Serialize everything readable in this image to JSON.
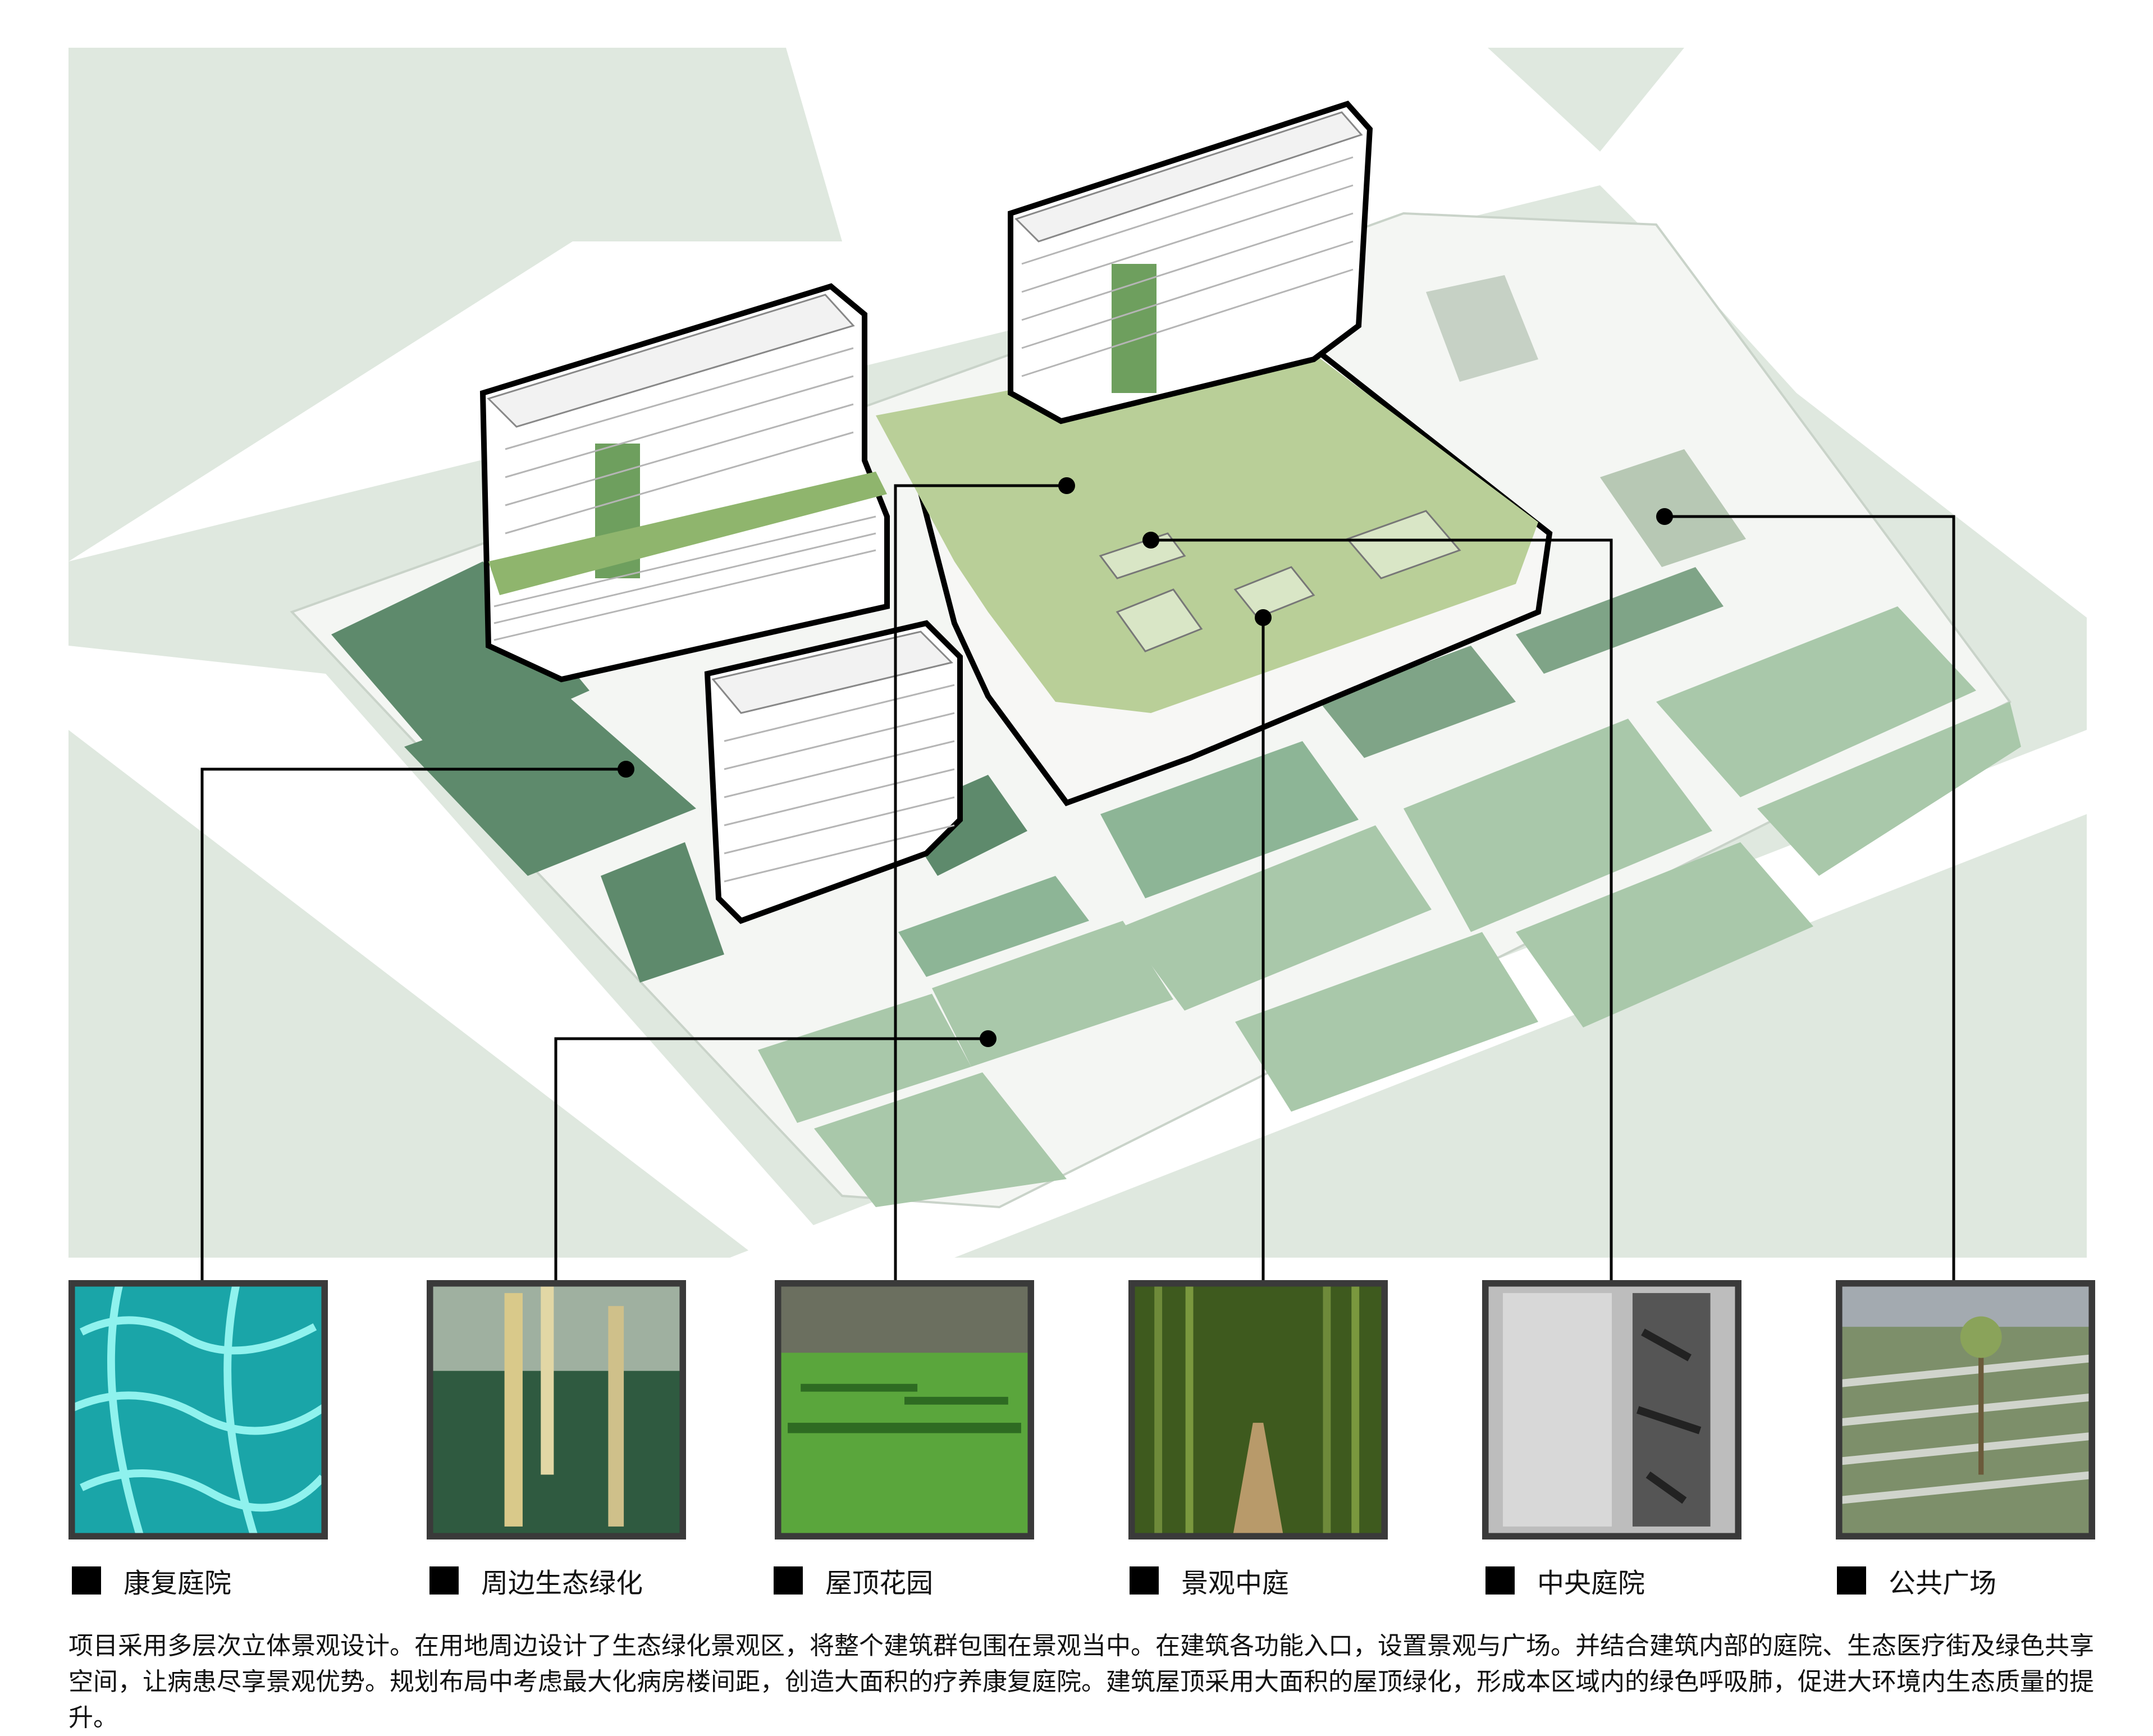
{
  "legend": [
    {
      "label": "康复庭院",
      "image": "turquoise-pool-water"
    },
    {
      "label": "周边生态绿化",
      "image": "bamboo-ivy-planting"
    },
    {
      "label": "屋顶花园",
      "image": "formal-lawn-garden"
    },
    {
      "label": "景观中庭",
      "image": "bamboo-forest-path"
    },
    {
      "label": "中央庭院",
      "image": "monochrome-bark-shadow"
    },
    {
      "label": "公共广场",
      "image": "plaza-lawn-strips"
    }
  ],
  "caption": "项目采用多层次立体景观设计。在用地周边设计了生态绿化景观区，将整个建筑群包围在景观当中。在建筑各功能入口，设置景观与广场。并结合建筑内部的庭院、生态医疗街及绿色共享空间，让病患尽享景观优势。规划布局中考虑最大化病房楼间距，创造大面积的疗养康复庭院。建筑屋顶采用大面积的屋顶绿化，形成本区域内的绿色呼吸肺，促进大环境内生态质量的提升。",
  "colors": {
    "background-green": "#dfe8df",
    "dark-green": "#5e8a6c",
    "mid-green": "#8db596",
    "light-green": "#a9c8aa",
    "roof-green": "#b9cf98",
    "leader-line": "#000000"
  }
}
